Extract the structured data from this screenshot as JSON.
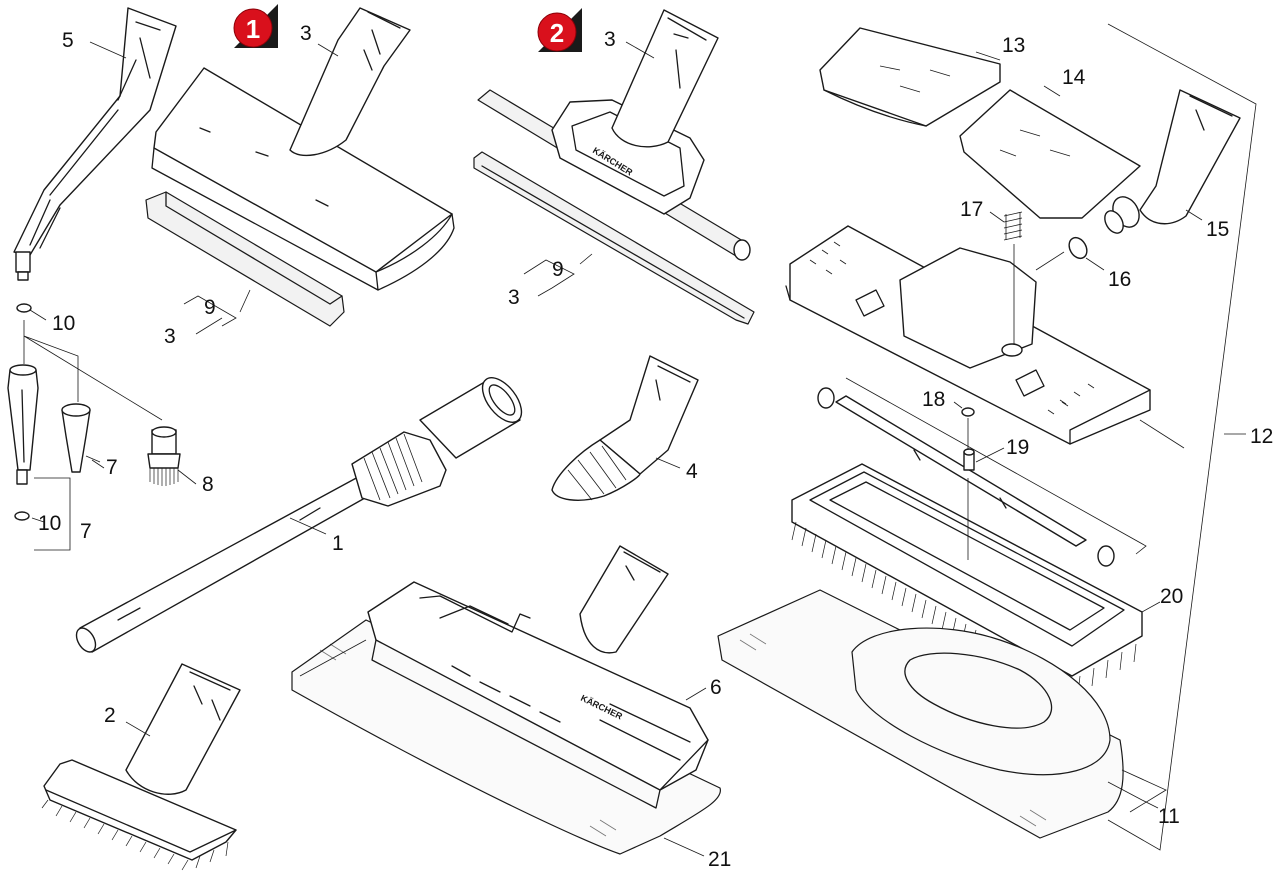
{
  "badges": {
    "one": "1",
    "two": "2"
  },
  "brand_text": "KÄRCHER",
  "labels": {
    "l1": "1",
    "l2": "2",
    "l3a": "3",
    "l3b": "3",
    "l3c": "3",
    "l3d": "3",
    "l4": "4",
    "l5": "5",
    "l6": "6",
    "l7a": "7",
    "l7b": "7",
    "l8": "8",
    "l9a": "9",
    "l9b": "9",
    "l10a": "10",
    "l10b": "10",
    "l11": "11",
    "l12": "12",
    "l13": "13",
    "l14": "14",
    "l15": "15",
    "l16": "16",
    "l17": "17",
    "l18": "18",
    "l19": "19",
    "l20": "20",
    "l21": "21"
  },
  "colors": {
    "badge": "#d9101c",
    "line": "#1a1a1a",
    "background": "#ffffff"
  }
}
